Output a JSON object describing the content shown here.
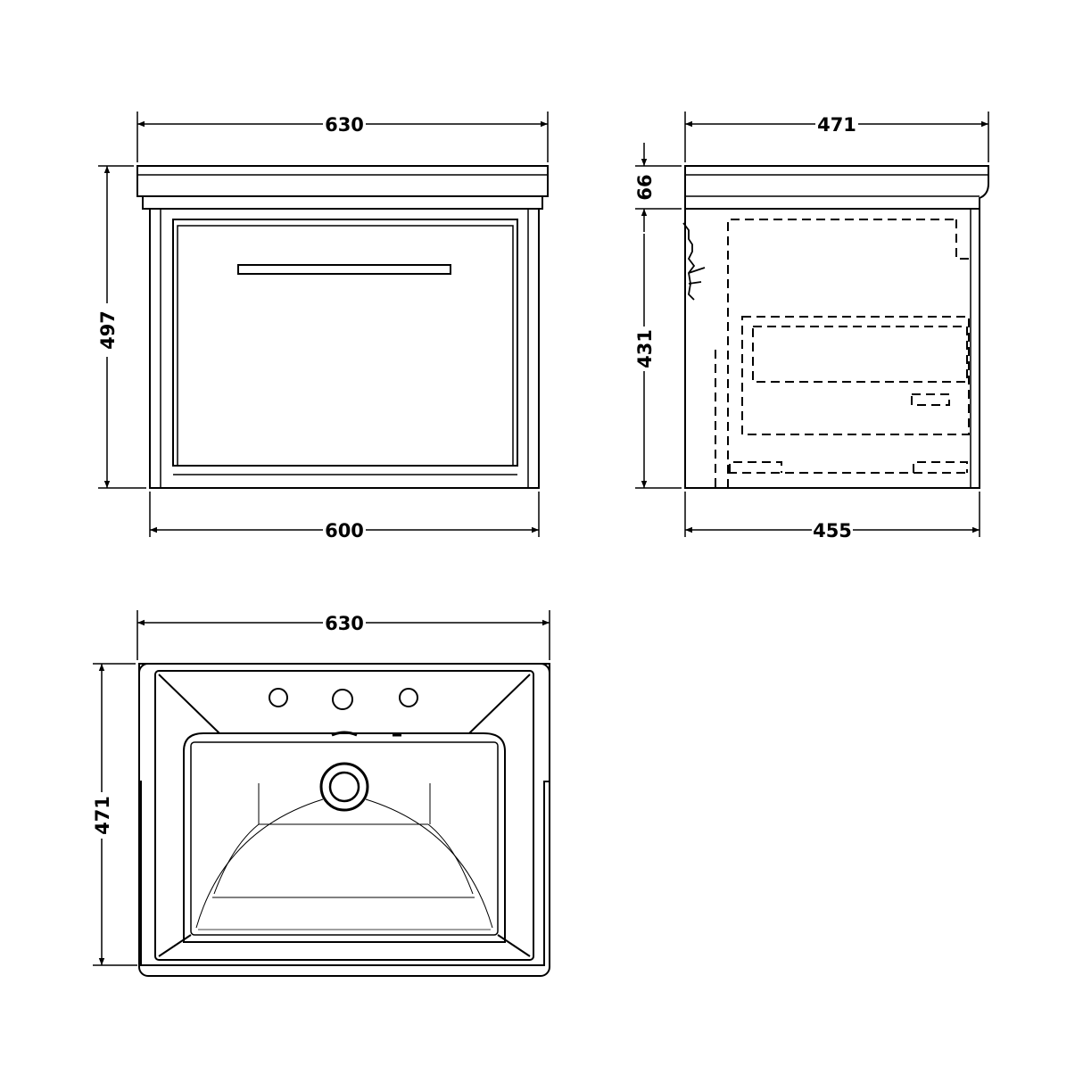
{
  "colors": {
    "line": "#000000",
    "background": "#ffffff"
  },
  "front_view": {
    "overall_width": "630",
    "cabinet_width": "600",
    "overall_height": "497"
  },
  "side_view": {
    "overall_depth": "471",
    "cabinet_depth": "455",
    "basin_height": "66",
    "cabinet_height": "431"
  },
  "plan_view": {
    "overall_width": "630",
    "overall_depth": "471"
  }
}
